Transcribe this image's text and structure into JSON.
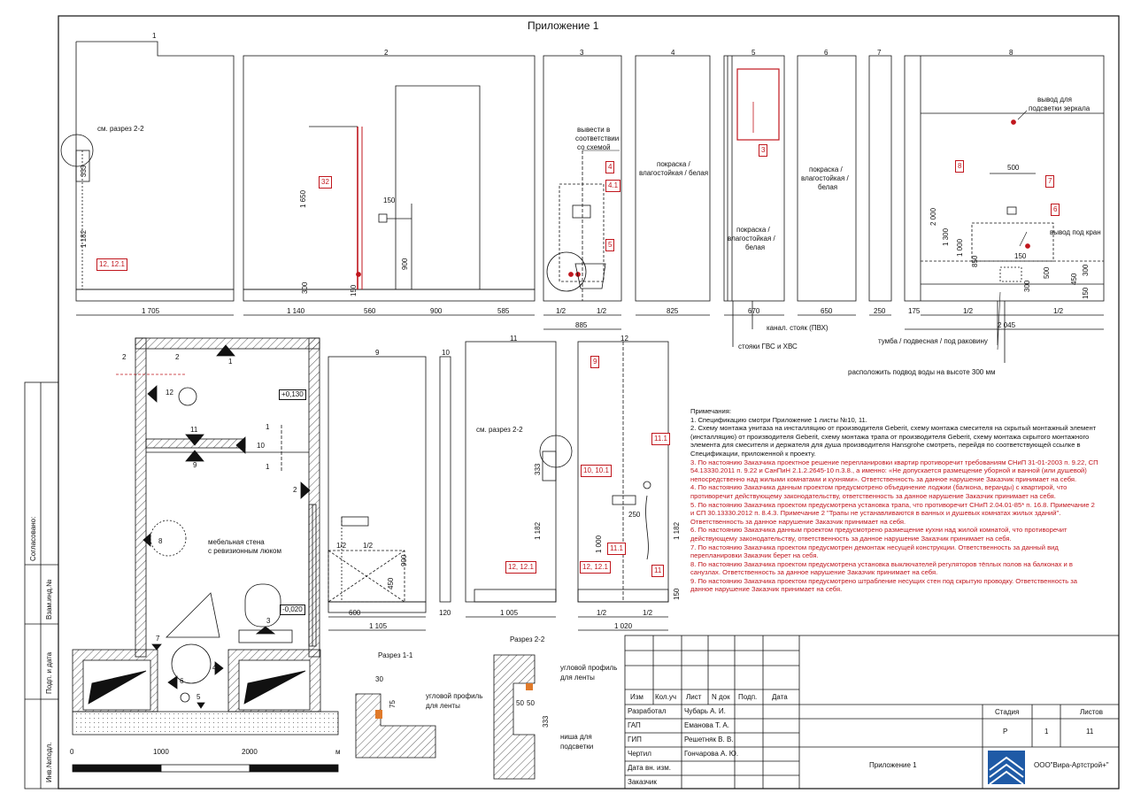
{
  "title": "Приложение 1",
  "elevations": {
    "e1": {
      "num": "1",
      "ref": "см. разрез 2-2",
      "d333": "333",
      "d1182": "1 182",
      "tag": "12, 12.1",
      "width": "1 705"
    },
    "e2": {
      "num": "2",
      "tag": "32",
      "d1650": "1 650",
      "d150a": "150",
      "d900": "900",
      "d300": "300",
      "d150b": "150",
      "w1": "1 140",
      "w2": "560",
      "w3": "900",
      "w4": "585"
    },
    "e3": {
      "num": "3",
      "note": [
        "вывести в",
        "соответствии",
        "со схемой"
      ],
      "tags": [
        "4",
        "4.1",
        "5"
      ],
      "w1": "1/2",
      "w2": "1/2",
      "total": "885"
    },
    "e4": {
      "num": "4",
      "finish": [
        "покраска /",
        "влагостойкая / белая"
      ],
      "width": "825"
    },
    "e5": {
      "num": "5",
      "tag": "3",
      "finish": [
        "покраска /",
        "влагостойкая /",
        "белая"
      ],
      "width": "670",
      "label_sewer": "канал. стояк (ПВХ)",
      "label_risers": "стояки ГВС и ХВС"
    },
    "e6": {
      "num": "6",
      "finish": [
        "покраска /",
        "влагостойкая /",
        "белая"
      ],
      "width": "650"
    },
    "e7": {
      "num": "7",
      "width": "250"
    },
    "e8": {
      "num": "8",
      "label_mirror": "вывод для",
      "label_mirror2": "подсветки зеркала",
      "label_tap": "вывод под кран",
      "tags": [
        "8",
        "7",
        "6"
      ],
      "d500": "500",
      "d2000": "2 000",
      "d1300": "1 300",
      "d1000": "1 000",
      "d850": "850",
      "d150": "150",
      "d300": "300",
      "d500b": "500",
      "d450": "450",
      "d150b": "150",
      "d300b": "300",
      "w0": "175",
      "w1": "1/2",
      "w2": "1/2",
      "total": "2 045",
      "label_cabinet": "тумба / подвесная / под раковину",
      "label_water": "расположить подвод воды на высоте 300 мм"
    }
  },
  "plan": {
    "marks": [
      "1",
      "2",
      "2",
      "12",
      "11",
      "10",
      "9",
      "8",
      "1",
      "1",
      "2",
      "3",
      "4",
      "5",
      "6",
      "7"
    ],
    "level1": "+0,130",
    "level2": "-0,020",
    "furniture": [
      "мебельная стена",
      "с ревизионным люком"
    ],
    "scale": [
      "0",
      "1000",
      "2000",
      "м"
    ]
  },
  "elev9": {
    "num": "9",
    "d1a": "1/2",
    "d1b": "1/2",
    "d900": "900",
    "d450": "450",
    "w1": "600",
    "total": "1 105"
  },
  "elev10": {
    "num": "10",
    "width": "120"
  },
  "elev11": {
    "num": "11",
    "ref": "см. разрез 2-2",
    "d333": "333",
    "d1182": "1 182",
    "tag": "12, 12.1",
    "width": "1 005"
  },
  "elev12": {
    "num": "12",
    "tags": [
      "9",
      "11.1",
      "10, 10.1",
      "11.1",
      "11",
      "12, 12.1"
    ],
    "d250": "250",
    "d1000": "1 000",
    "d1182": "1 182",
    "d150": "150",
    "w1": "1/2",
    "w2": "1/2",
    "total": "1 020"
  },
  "section11": {
    "title": "Разрез 1-1",
    "d30": "30",
    "d75": "75",
    "profile": [
      "угловой профиль",
      "для ленты"
    ]
  },
  "section22": {
    "title": "Разрез 2-2",
    "profile": [
      "угловой профиль",
      "для ленты"
    ],
    "d50a": "50",
    "d50b": "50",
    "d333": "333",
    "niche": [
      "ниша для",
      "подсветки"
    ]
  },
  "notes": {
    "heading": "Примечания:",
    "items": [
      {
        "text": "1. Спецификацию смотри Приложение 1 листы №10, 11.",
        "red": false
      },
      {
        "text": "2. Схему монтажа унитаза на инсталляцию от производителя Geberit, схему монтажа смесителя на скрытый монтажный элемент (инсталляцию) от производителя Geberit, схему монтажа трапа от производителя Geberit, схему монтажа скрытого монтажного элемента для смесителя и держателя для душа производителя Hansgrohe смотреть, перейдя по соответствующей ссылке в Спецификации, приложенной к проекту.",
        "red": false
      },
      {
        "text": "3. По настоянию Заказчика проектное решение перепланировки квартир противоречит требованиям СНиП 31-01-2003 п. 9.22, СП 54.13330.2011 п. 9.22 и СанПиН 2.1.2.2645-10 п.3.8., а именно: «Не допускается размещение уборной и ванной (или душевой) непосредственно над жилыми комнатами и кухнями». Ответственность за данное нарушение Заказчик принимает на себя.",
        "red": true
      },
      {
        "text": "4. По настоянию Заказчика данным проектом предусмотрено объединение лоджии (балкона, веранды) с квартирой, что противоречит действующему законодательству, ответственность за данное нарушение Заказчик принимает на себя.",
        "red": true
      },
      {
        "text": "5. По настоянию Заказчика проектом предусмотрена установка трапа, что противоречит СНиП 2.04.01-85* п. 16.8. Примечание 2 и СП 30.13330.2012 п. 8.4.3. Примечание 2 \"Трапы не устанавливаются в ванных и душевых комнатах жилых зданий\". Ответственность за данное нарушение Заказчик принимает на себя.",
        "red": true
      },
      {
        "text": "6. По настоянию Заказчика данным проектом предусмотрено размещение кухни над жилой комнатой, что противоречит действующему законодательству, ответственность за данное нарушение Заказчик принимает на себя.",
        "red": true
      },
      {
        "text": "7. По настоянию Заказчика проектом предусмотрен демонтаж несущей конструкции. Ответственность за данный вид перепланировки Заказчик берет на себя.",
        "red": true
      },
      {
        "text": "8. По настоянию Заказчика проектом предусмотрена установка выключателей регуляторов тёплых полов на балконах и в санузлах. Ответственность за данное нарушение Заказчик принимает на себя.",
        "red": true
      },
      {
        "text": "9. По настоянию Заказчика проектом предусмотрено штрабление несущих стен под скрытую проводку. Ответственность за данное нарушение Заказчик принимает на себя.",
        "red": true
      }
    ]
  },
  "stamp": {
    "cols": [
      "Изм",
      "Кол.уч",
      "Лист",
      "N док",
      "Подп.",
      "Дата"
    ],
    "rows": [
      {
        "role": "Разработал",
        "name": "Чубарь А. И."
      },
      {
        "role": "ГАП",
        "name": "Еманова Т. А."
      },
      {
        "role": "ГИП",
        "name": "Решетняк В. В."
      },
      {
        "role": "Чертил",
        "name": "Гончарова А. Ю."
      },
      {
        "role": "Дата вн. изм.",
        "name": ""
      },
      {
        "role": "Заказчик",
        "name": ""
      }
    ],
    "stage_label": "Стадия",
    "sheets_label": "Листов",
    "stage": "Р",
    "sheet": "1",
    "sheets": "11",
    "doc_title": "Приложение 1",
    "company": "ООО\"Вира-Артстрой+\""
  },
  "side_labels": [
    "Согласовано:",
    "Взам.инд.№",
    "Подп. и дата",
    "Инв.№подл."
  ],
  "colors": {
    "line": "#111111",
    "accent": "#c0161d",
    "logo": "#1f5aa6"
  }
}
